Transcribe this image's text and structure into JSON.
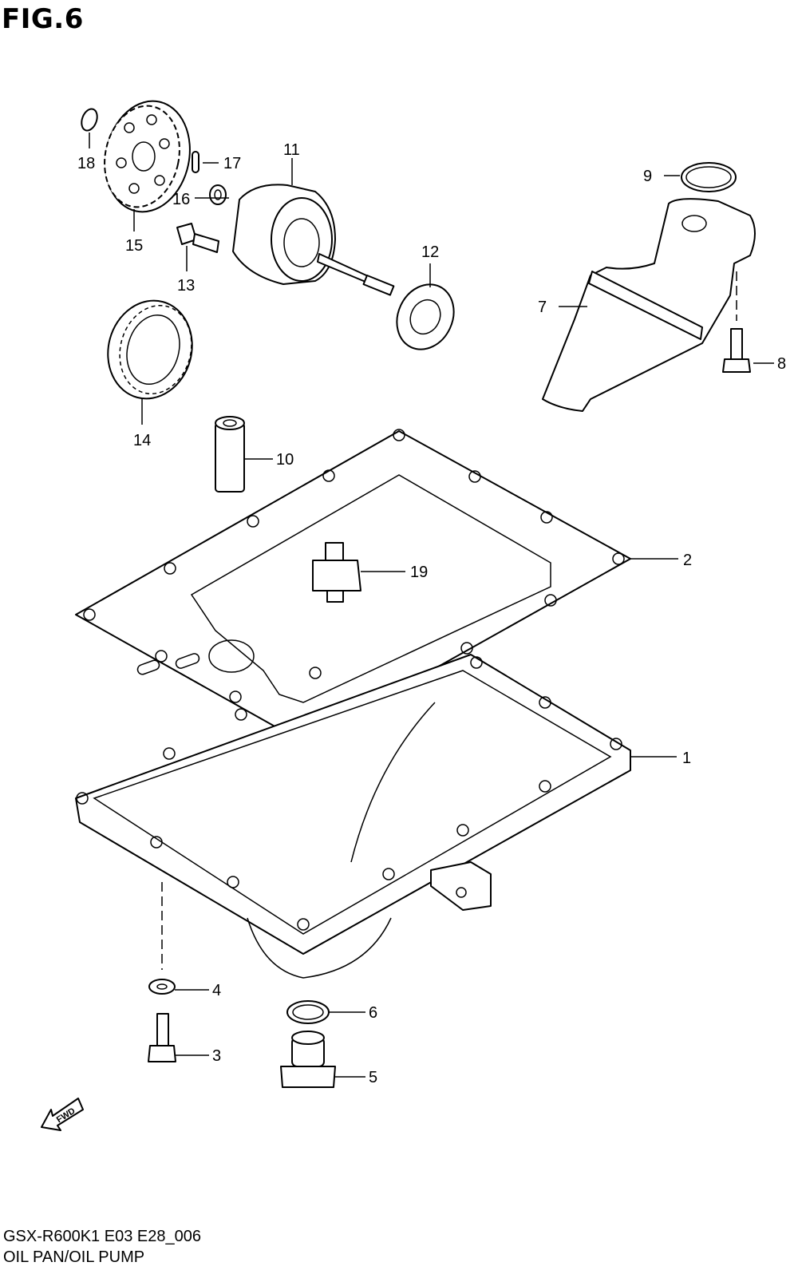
{
  "figure": {
    "title": "FIG.6"
  },
  "callouts": [
    {
      "id": "1",
      "label": "1"
    },
    {
      "id": "2",
      "label": "2"
    },
    {
      "id": "3",
      "label": "3"
    },
    {
      "id": "4",
      "label": "4"
    },
    {
      "id": "5",
      "label": "5"
    },
    {
      "id": "6",
      "label": "6"
    },
    {
      "id": "7",
      "label": "7"
    },
    {
      "id": "8",
      "label": "8"
    },
    {
      "id": "9",
      "label": "9"
    },
    {
      "id": "10",
      "label": "10"
    },
    {
      "id": "11",
      "label": "11"
    },
    {
      "id": "12",
      "label": "12"
    },
    {
      "id": "13",
      "label": "13"
    },
    {
      "id": "14",
      "label": "14"
    },
    {
      "id": "15",
      "label": "15"
    },
    {
      "id": "16",
      "label": "16"
    },
    {
      "id": "17",
      "label": "17"
    },
    {
      "id": "18",
      "label": "18"
    },
    {
      "id": "19",
      "label": "19"
    }
  ],
  "direction_arrow": {
    "label": "FWD"
  },
  "footer": {
    "code": "GSX-R600K1 E03 E28_006",
    "name": "OIL PAN/OIL PUMP"
  }
}
